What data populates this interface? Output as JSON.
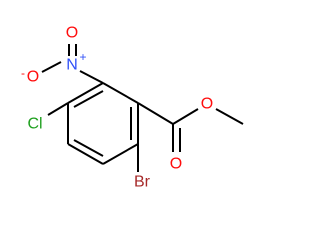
{
  "molecule": {
    "atoms": {
      "nitro_o_left": {
        "symbol": "O",
        "charge": "-",
        "color": "#ff0d0d"
      },
      "nitro_o_top": {
        "symbol": "O",
        "color": "#ff0d0d"
      },
      "nitro_n": {
        "symbol": "N",
        "charge": "+",
        "color": "#3050f8"
      },
      "chlorine": {
        "symbol": "Cl",
        "color": "#1fa01f"
      },
      "bromine": {
        "symbol": "Br",
        "color": "#a62929"
      },
      "ester_o_single": {
        "symbol": "O",
        "color": "#ff0d0d"
      },
      "ester_o_double": {
        "symbol": "O",
        "color": "#ff0d0d"
      }
    },
    "bond_color": "#000000"
  }
}
